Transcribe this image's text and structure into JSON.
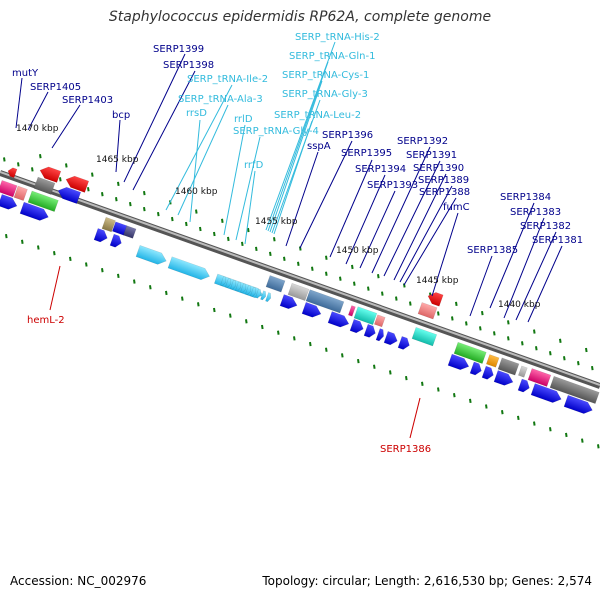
{
  "title": "Staphylococcus epidermidis RP62A, complete genome",
  "footer": {
    "accession": "Accession: NC_002976",
    "topology": "Topology: circular; Length: 2,616,530 bp; Genes: 2,574"
  },
  "colors": {
    "gene_label": "#00008B",
    "rna_label": "#33BBDD",
    "red_label": "#CC0000",
    "cds_blue": "#0000DD",
    "backbone": "#777777",
    "tick_green": "#117711"
  },
  "ticks": [
    "1470 kbp",
    "1465 kbp",
    "1460 kbp",
    "1455 kbp",
    "1450 kbp",
    "1445 kbp",
    "1440 kbp"
  ],
  "labels": {
    "mutY": "mutY",
    "SERP1405": "SERP1405",
    "SERP1403": "SERP1403",
    "bcp": "bcp",
    "SERP1399": "SERP1399",
    "SERP1398": "SERP1398",
    "tIle": "SERP_tRNA-Ile-2",
    "tAla": "SERP_tRNA-Ala-3",
    "rrsD": "rrsD",
    "rrlD": "rrlD",
    "tGly4": "SERP_tRNA-Gly-4",
    "rrfD": "rrfD",
    "tHis": "SERP_tRNA-His-2",
    "tGln": "SERP_tRNA-Gln-1",
    "tCys": "SERP_tRNA-Cys-1",
    "tGly3": "SERP_tRNA-Gly-3",
    "tLeu": "SERP_tRNA-Leu-2",
    "SERP1396": "SERP1396",
    "sspA": "sspA",
    "SERP1395": "SERP1395",
    "SERP1394": "SERP1394",
    "SERP1393": "SERP1393",
    "SERP1392": "SERP1392",
    "SERP1391": "SERP1391",
    "SERP1390": "SERP1390",
    "SERP1389": "SERP1389",
    "SERP1388": "SERP1388",
    "fumC": "fumC",
    "SERP1385": "SERP1385",
    "SERP1384": "SERP1384",
    "SERP1383": "SERP1383",
    "SERP1382": "SERP1382",
    "SERP1381": "SERP1381",
    "hemL2": "hemL-2",
    "SERP1386": "SERP1386"
  }
}
